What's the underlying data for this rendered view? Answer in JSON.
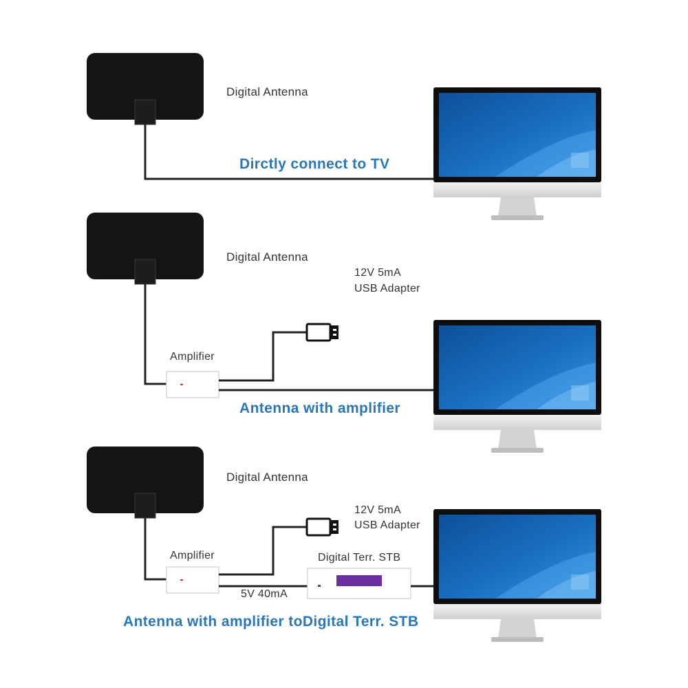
{
  "section1": {
    "antenna_label": "Digital Antenna",
    "caption": "Dirctly connect to TV"
  },
  "section2": {
    "antenna_label": "Digital Antenna",
    "usb_line1": "12V 5mA",
    "usb_line2": "USB Adapter",
    "amplifier_label": "Amplifier",
    "caption": "Antenna with amplifier"
  },
  "section3": {
    "antenna_label": "Digital Antenna",
    "usb_line1": "12V 5mA",
    "usb_line2": "USB Adapter",
    "amplifier_label": "Amplifier",
    "stb_label": "Digital Terr. STB",
    "power_label": "5V 40mA",
    "caption": "Antenna with amplifier toDigital Terr. STB"
  },
  "colors": {
    "cable": "#222222",
    "screen": "#1a6fc0",
    "caption": "#2a77b8",
    "stb_display": "#6a2fa0"
  }
}
